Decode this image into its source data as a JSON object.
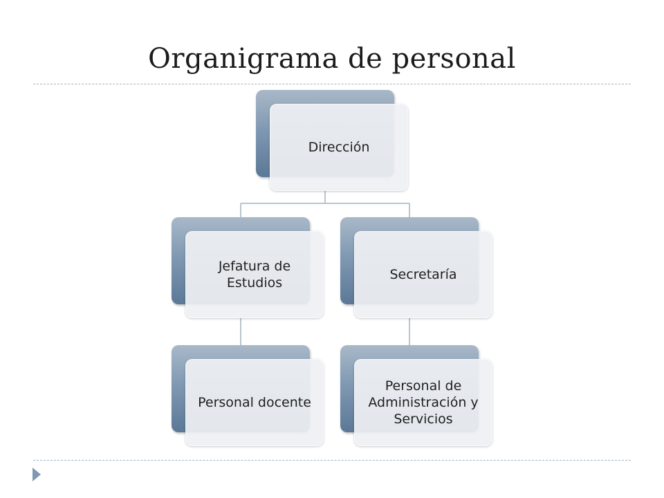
{
  "title": "Organigrama de personal",
  "nodes": {
    "direccion": "Dirección",
    "jefatura": "Jefatura de Estudios",
    "secretaria": "Secretaría",
    "docente": "Personal docente",
    "administracion": "Personal de Administración y Servicios"
  },
  "colors": {
    "box_back": "#7f99b3",
    "box_front": "#eef0f3",
    "connector": "#9fb2bf"
  },
  "icons": {
    "bullet": "triangle-bullet-icon"
  }
}
